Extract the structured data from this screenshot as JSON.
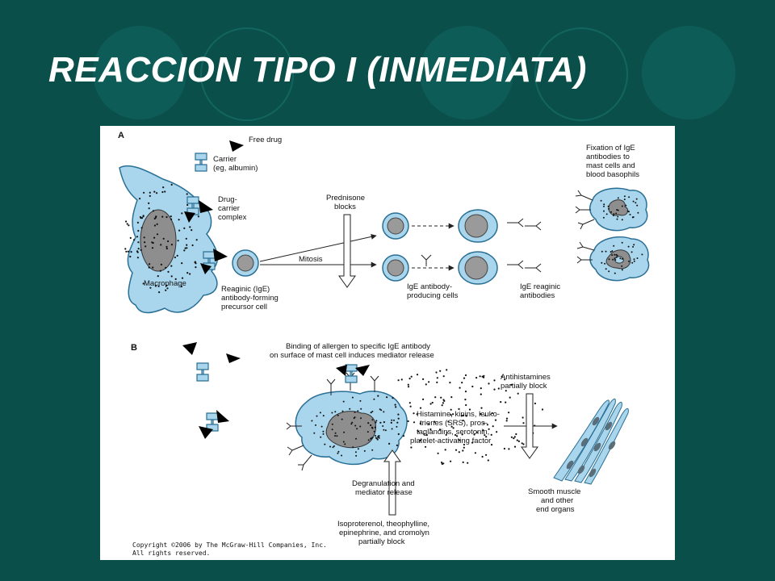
{
  "slide": {
    "title": "REACCION TIPO I (INMEDIATA)",
    "accent_background": "#0b4f4a",
    "decor_circle_color": "#0e5c57"
  },
  "figure": {
    "panel_a": {
      "label": "A",
      "free_drug": "Free drug",
      "carrier": [
        "Carrier",
        "(eg, albumin)"
      ],
      "drug_carrier_complex": [
        "Drug-",
        "carrier",
        "complex"
      ],
      "macrophage": "Macrophage",
      "reaginic_precursor": [
        "Reaginic (IgE)",
        "antibody-forming",
        "precursor cell"
      ],
      "prednisone": [
        "Prednisone",
        "blocks"
      ],
      "mitosis": "Mitosis",
      "producing_cells": [
        "IgE antibody-",
        "producing cells"
      ],
      "reaginic_antibodies": [
        "IgE reaginic",
        "antibodies"
      ],
      "fixation": [
        "Fixation of IgE",
        "antibodies to",
        "mast cells and",
        "blood basophils"
      ]
    },
    "panel_b": {
      "label": "B",
      "binding": [
        "Binding of allergen to specific IgE antibody",
        "on surface of mast cell induces mediator release"
      ],
      "antihistamines": [
        "Antihistamines",
        "partially block"
      ],
      "mediators": [
        "Histamine, kinins, leuko-",
        "trienes (SRS), pros-",
        "taglandins, serotonin,",
        "platelet-activating factor"
      ],
      "degranulation": [
        "Degranulation and",
        "mediator release"
      ],
      "smooth_muscle": [
        "Smooth muscle",
        "and other",
        "end organs"
      ],
      "blockers": [
        "Isoproterenol, theophylline,",
        "epinephrine, and cromolyn",
        "partially block"
      ]
    },
    "copyright": [
      "Copyright ©2006 by The McGraw-Hill Companies, Inc.",
      "All rights reserved."
    ],
    "colors": {
      "cell_fill": "#a9d6ec",
      "cell_stroke": "#2a6f95",
      "nucleus": "#9a9a9a",
      "drug": "#000000"
    }
  }
}
